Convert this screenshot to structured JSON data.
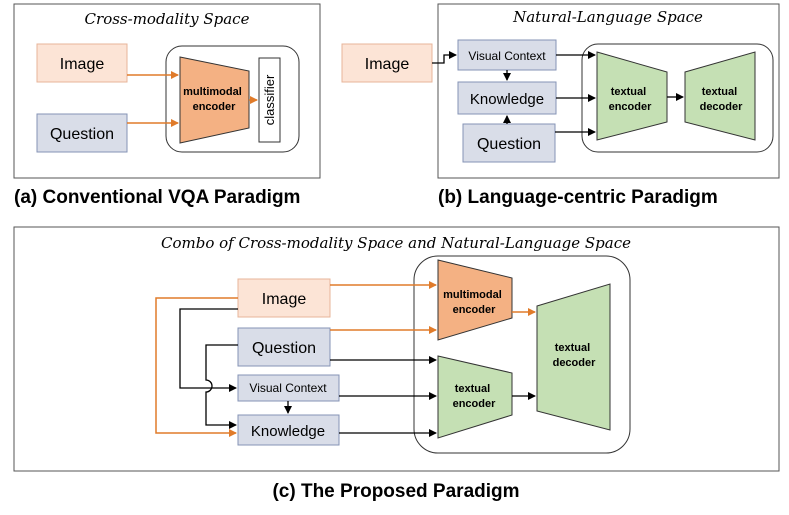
{
  "panel_a": {
    "title": "Cross-modality Space",
    "image": "Image",
    "question": "Question",
    "encoder": [
      "multimodal",
      "encoder"
    ],
    "classifier": "classifier",
    "caption": "(a) Conventional VQA Paradigm"
  },
  "panel_b": {
    "title": "Natural-Language Space",
    "image": "Image",
    "visual_context": "Visual Context",
    "knowledge": "Knowledge",
    "question": "Question",
    "encoder": [
      "textual",
      "encoder"
    ],
    "decoder": [
      "textual",
      "decoder"
    ],
    "caption": "(b) Language-centric Paradigm"
  },
  "panel_c": {
    "title": "Combo of Cross-modality Space and Natural-Language Space",
    "image": "Image",
    "question": "Question",
    "visual_context": "Visual Context",
    "knowledge": "Knowledge",
    "mm_encoder": [
      "multimodal",
      "encoder"
    ],
    "txt_encoder": [
      "textual",
      "encoder"
    ],
    "decoder": [
      "textual",
      "decoder"
    ],
    "caption": "(c) The Proposed Paradigm"
  },
  "colors": {
    "peach_box": "#FCE4D6",
    "peach_stroke": "#E7B49A",
    "blue_box": "#D9DDE8",
    "blue_stroke": "#8593B6",
    "orange_trap": "#F4B183",
    "green_trap": "#C5E0B4",
    "orange_arrow": "#E07B2A"
  }
}
